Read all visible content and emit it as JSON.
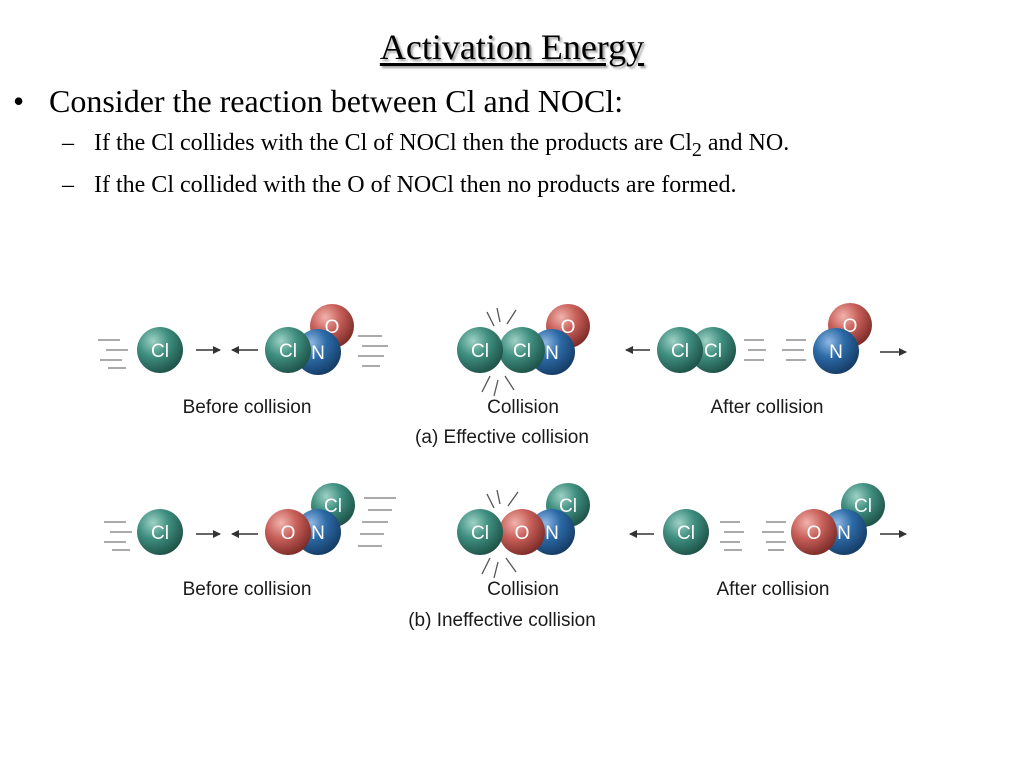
{
  "slide": {
    "title": "Activation Energy",
    "bullet": "Consider the reaction between Cl and NOCl:",
    "sub1_text": "If the Cl collides with the Cl of NOCl then the products are Cl",
    "sub1_subscript": "2",
    "sub1_end": " and NO.",
    "sub2_text": "If the Cl collided with the O of NOCl then no products are formed."
  },
  "figure": {
    "row_a": {
      "before": "Before collision",
      "during": "Collision",
      "after": "After collision",
      "caption": "(a) Effective collision"
    },
    "row_b": {
      "before": "Before collision",
      "during": "Collision",
      "after": "After collision",
      "caption": "(b) Ineffective collision"
    },
    "atom_labels": {
      "cl": "Cl",
      "n": "N",
      "o": "O"
    },
    "colors": {
      "cl": "#3f8f80",
      "n": "#2c6aa6",
      "o": "#c9605a"
    }
  }
}
